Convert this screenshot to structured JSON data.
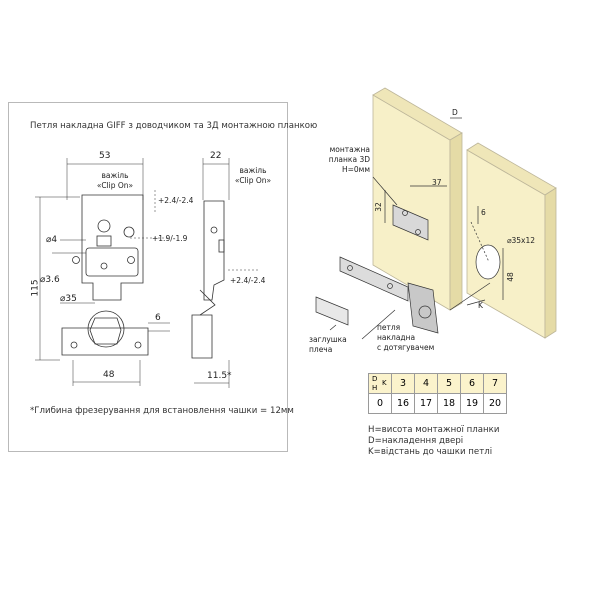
{
  "left_panel": {
    "title": "Петля накладна GIFF з доводчиком та 3Д монтажною планкою",
    "footnote": "*Глибина фрезерування для встановлення чашки = 12мм",
    "dims": {
      "width_top": "53",
      "side_width": "22",
      "height": "115",
      "cup_diameter": "35",
      "hole_4": "4",
      "hole_36": "3.6",
      "bottom_width": "48",
      "edge_6": "6",
      "side_bottom": "11.5*"
    },
    "lever_label": "важіль",
    "clip_on": "«Clip On»",
    "adj_vertical": "+2.4/-2.4",
    "adj_horizontal": "+1.9/-1.9",
    "adj_depth": "+2.4/-2.4"
  },
  "right_panel": {
    "plate_label_line1": "монтажна",
    "plate_label_line2": "планка 3D",
    "plate_label_line3": "H=0мм",
    "dim_d": "D",
    "dim_37": "37",
    "dim_32": "32",
    "dim_6": "6",
    "dim_35x12": "35x12",
    "dim_48": "48",
    "dim_k": "K",
    "cap_label_line1": "заглушка",
    "cap_label_line2": "плеча",
    "hinge_label_line1": "петля",
    "hinge_label_line2": "накладна",
    "hinge_label_line3": "с дотягувачем"
  },
  "table": {
    "corner_k": "K",
    "corner_d": "D",
    "corner_h": "H",
    "k_values": [
      "3",
      "4",
      "5",
      "6",
      "7"
    ],
    "h_value": "0",
    "d_values": [
      "16",
      "17",
      "18",
      "19",
      "20"
    ]
  },
  "legend": [
    "H=висота монтажної планки",
    "D=накладення двері",
    "K=відстань до чашки петлі"
  ],
  "colors": {
    "panel": "#f7f0c8",
    "panel_edge": "#bdb69a",
    "line": "#333333",
    "table_header": "#fbf3cc"
  }
}
